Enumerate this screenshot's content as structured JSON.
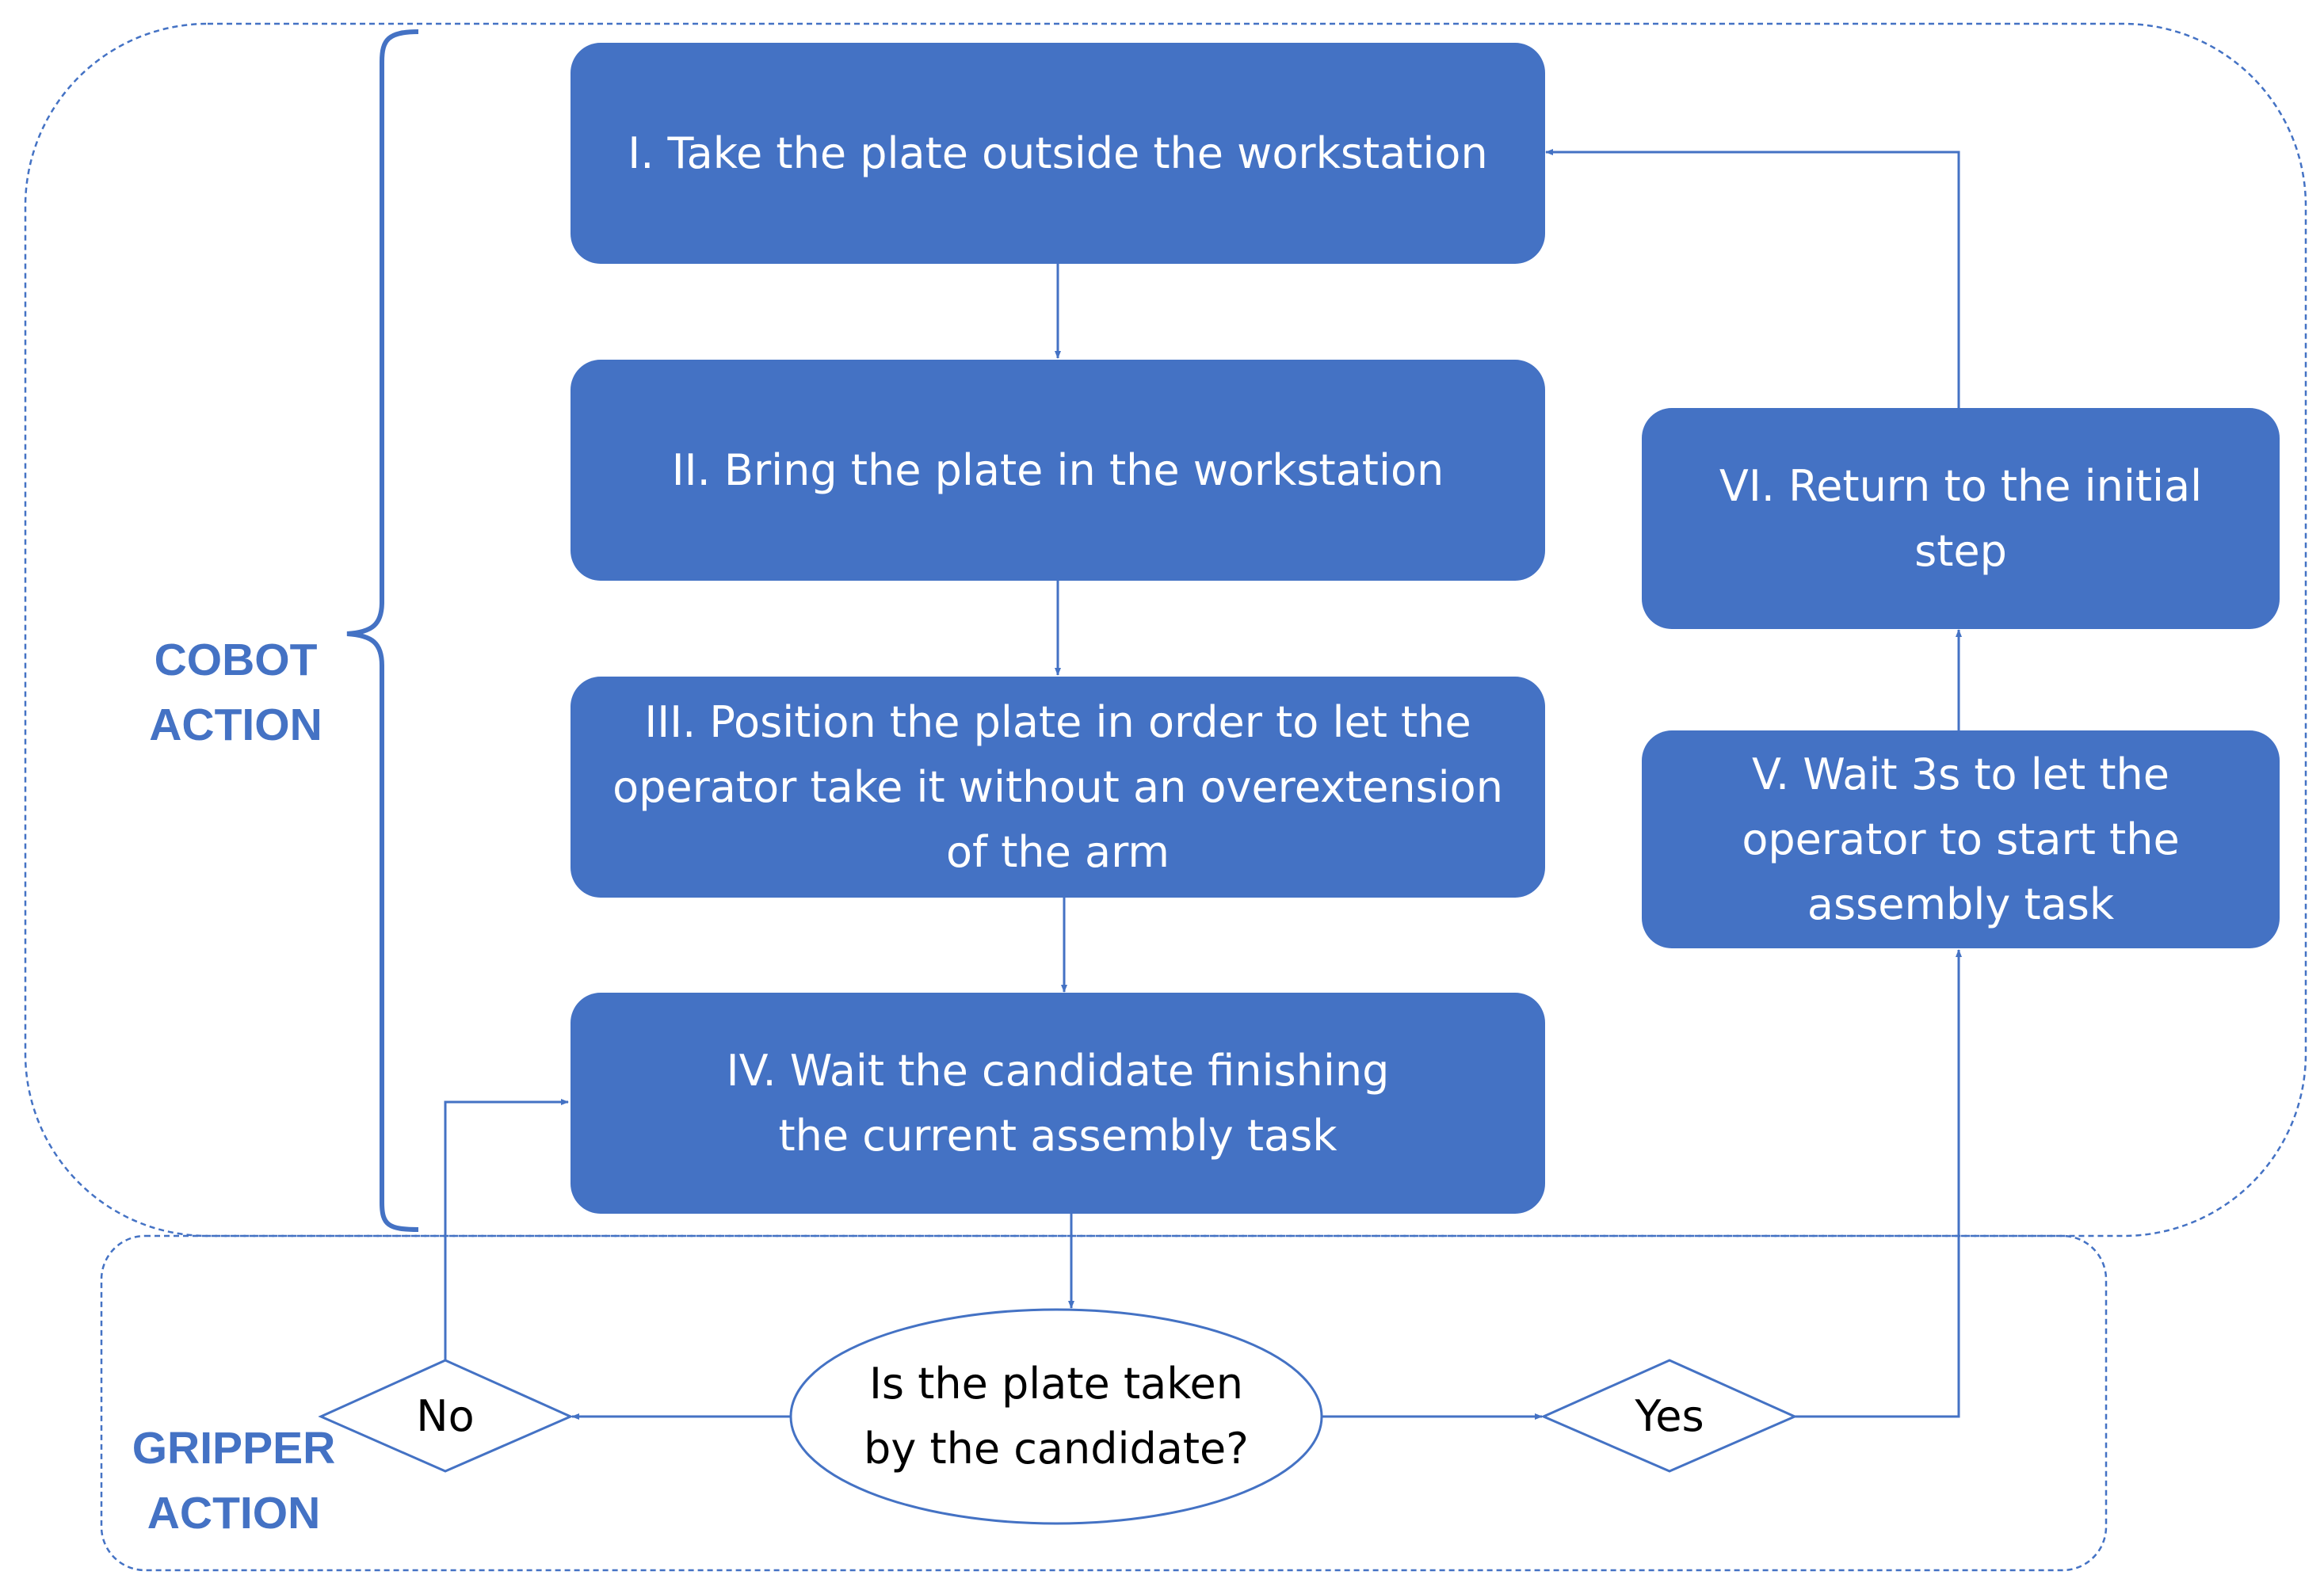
{
  "regions": {
    "cobot_label": "COBOT\nACTION",
    "gripper_label": "GRIPPER\nACTION"
  },
  "steps": {
    "s1": "I. Take the plate outside the workstation",
    "s2": "II. Bring the plate in the workstation",
    "s3": "III. Position the plate in order to let the operator take it without an overextension of the arm",
    "s4": "IV. Wait the candidate finishing the current assembly task",
    "s5": "V. Wait 3s to let the operator to start the assembly task",
    "s6": "VI. Return to the initial step"
  },
  "decision": {
    "question": "Is the plate taken by the candidate?",
    "no_label": "No",
    "yes_label": "Yes"
  },
  "colors": {
    "box_fill": "#4472c4",
    "box_text": "#ffffff",
    "connector": "#4472c4",
    "region_border": "#4472c4",
    "label_text": "#4472c4"
  }
}
